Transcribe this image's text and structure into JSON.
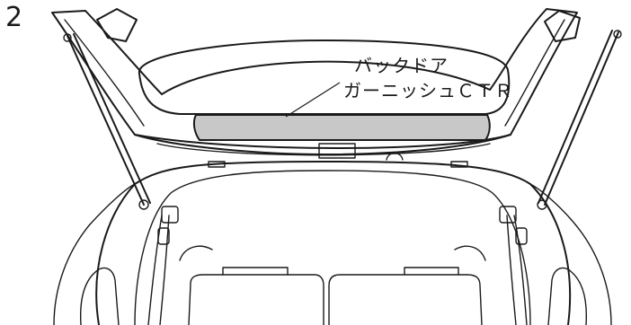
{
  "figure": {
    "step_number": "2",
    "callout": {
      "line1": "バックドア",
      "line2": "ガーニッシュＣＴＲ"
    },
    "highlight_color": "#c8c8c8"
  }
}
